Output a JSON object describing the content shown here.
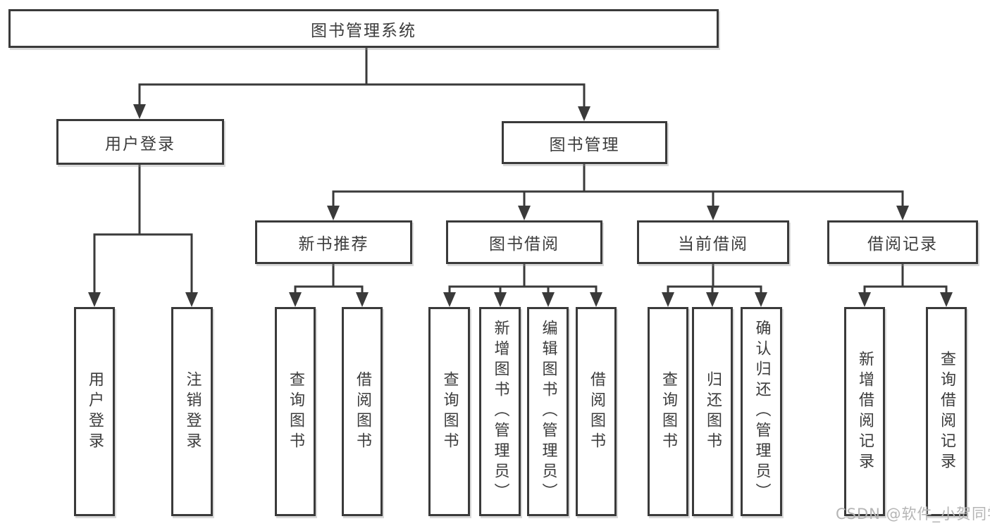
{
  "diagram": {
    "root": {
      "label": "图书管理系统"
    },
    "branches": [
      {
        "label": "用户登录",
        "children": [
          {
            "label": "用户登录"
          },
          {
            "label": "注销登录"
          }
        ]
      },
      {
        "label": "图书管理",
        "children": [
          {
            "label": "新书推荐",
            "children": [
              {
                "label": "查询图书"
              },
              {
                "label": "借阅图书"
              }
            ]
          },
          {
            "label": "图书借阅",
            "children": [
              {
                "label": "查询图书"
              },
              {
                "label": "新增图书（管理员）"
              },
              {
                "label": "编辑图书（管理员）"
              },
              {
                "label": "借阅图书"
              }
            ]
          },
          {
            "label": "当前借阅",
            "children": [
              {
                "label": "查询图书"
              },
              {
                "label": "归还图书"
              },
              {
                "label": "确认归还（管理员）"
              }
            ]
          },
          {
            "label": "借阅记录",
            "children": [
              {
                "label": "新增借阅记录"
              },
              {
                "label": "查询借阅记录"
              }
            ]
          }
        ]
      }
    ]
  },
  "watermark": {
    "text": "CSDN @软件_小贺同学"
  },
  "colors": {
    "line": "#3a3a3a",
    "text": "#3c3c3c",
    "watermark": "#b5b5b5",
    "background": "#ffffff"
  }
}
